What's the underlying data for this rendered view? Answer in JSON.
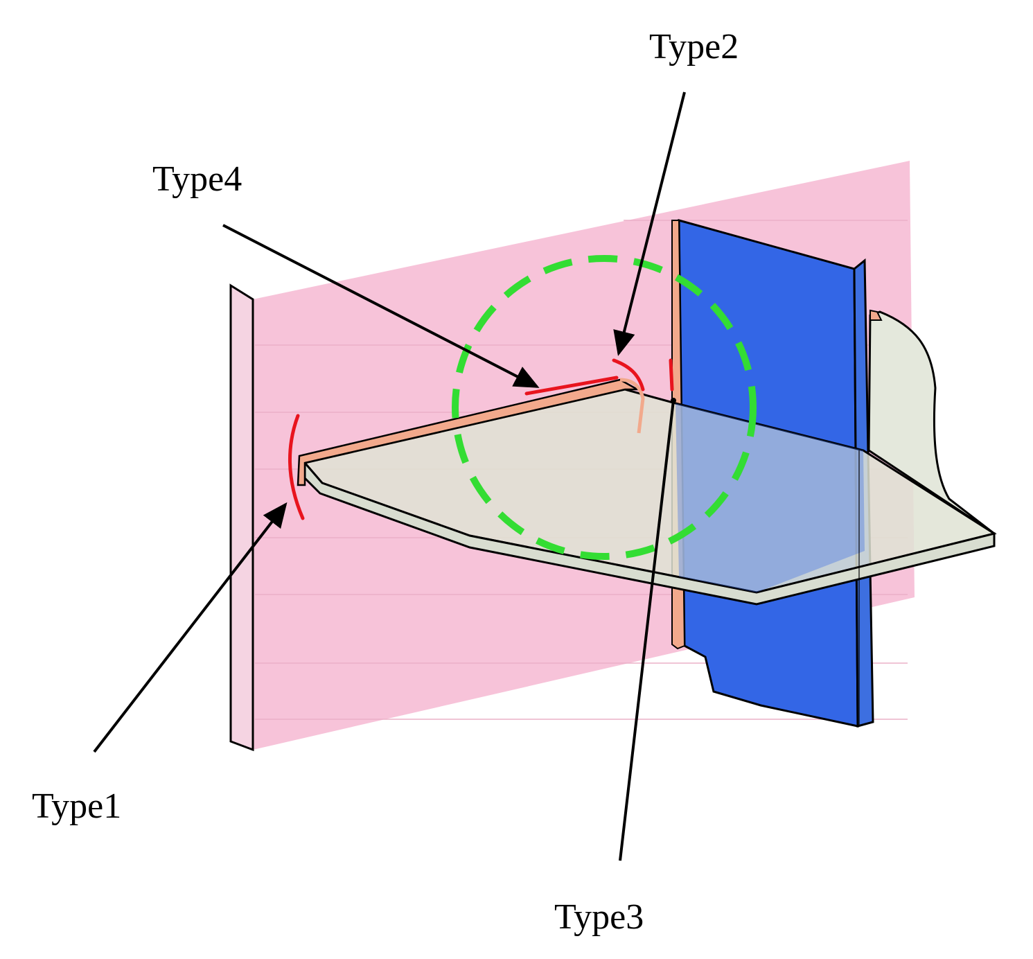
{
  "labels": {
    "type1": "Type1",
    "type2": "Type2",
    "type3": "Type3",
    "type4": "Type4"
  },
  "colors": {
    "background_plate": "#f7c3d9",
    "vertical_web": "#3366e6",
    "horizontal_plate": "#dfe3d4",
    "flange_edge": "#f2a98c",
    "weld_mark": "#e8141e",
    "highlight_circle": "#33dd33",
    "pointer_line": "#000000"
  },
  "icons": [
    "arrow-pointer-icon"
  ]
}
